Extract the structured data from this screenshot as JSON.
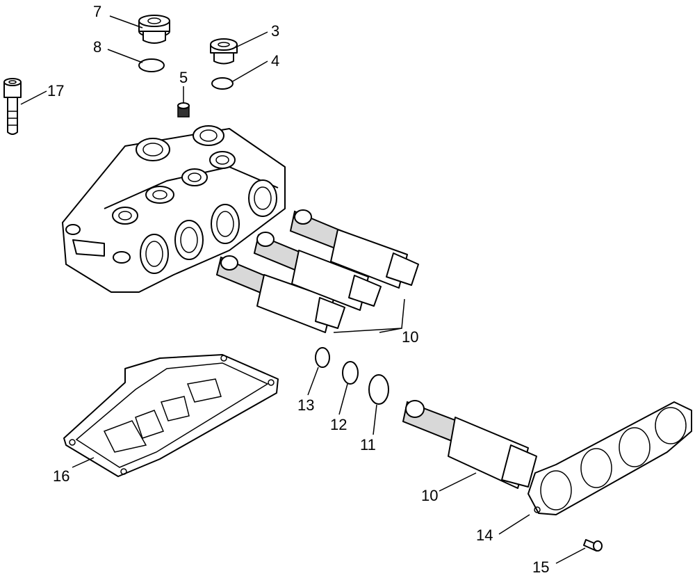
{
  "callouts": [
    {
      "id": "3",
      "label": "3"
    },
    {
      "id": "4",
      "label": "4"
    },
    {
      "id": "5",
      "label": "5"
    },
    {
      "id": "7",
      "label": "7"
    },
    {
      "id": "8",
      "label": "8"
    },
    {
      "id": "17",
      "label": "17"
    },
    {
      "id": "10a",
      "label": "10"
    },
    {
      "id": "13",
      "label": "13"
    },
    {
      "id": "12",
      "label": "12"
    },
    {
      "id": "11",
      "label": "11"
    },
    {
      "id": "16",
      "label": "16"
    },
    {
      "id": "10b",
      "label": "10"
    },
    {
      "id": "14",
      "label": "14"
    },
    {
      "id": "15",
      "label": "15"
    }
  ]
}
